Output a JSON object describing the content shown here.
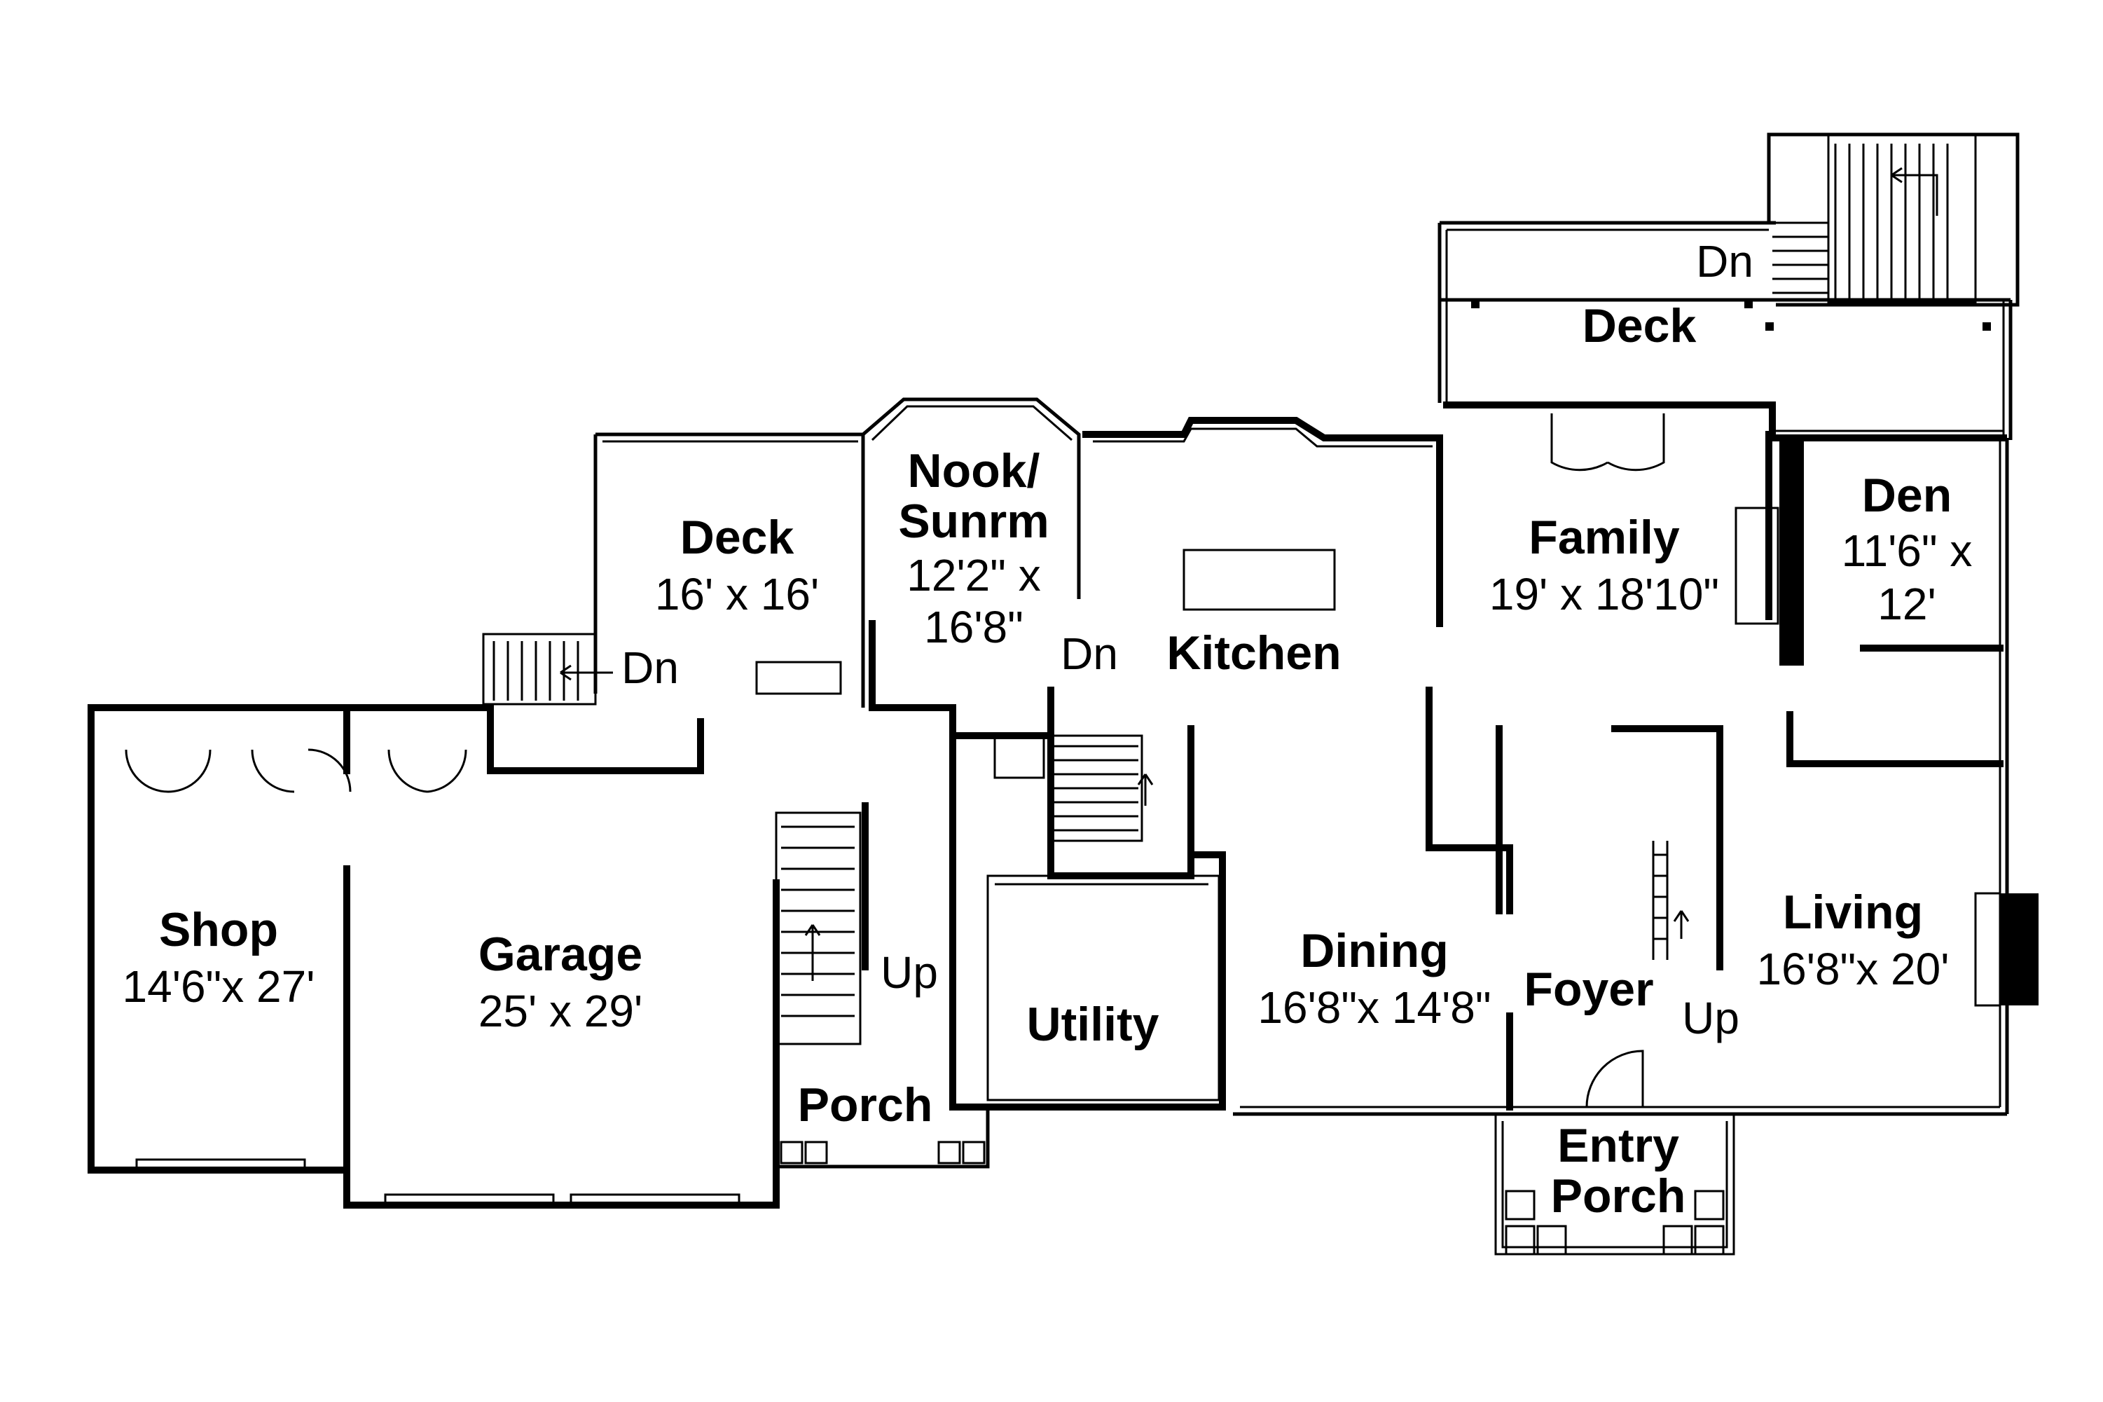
{
  "rooms": {
    "deck_top": {
      "name": "Deck"
    },
    "dn_top": "Dn",
    "deck_left": {
      "name": "Deck",
      "dim": "16' x 16'"
    },
    "dn_left": "Dn",
    "nook": {
      "name_line1": "Nook/",
      "name_line2": "Sunrm",
      "dim_line1": "12'2\" x",
      "dim_line2": "16'8\""
    },
    "family": {
      "name": "Family",
      "dim": "19' x 18'10\""
    },
    "den": {
      "name": "Den",
      "dim_line1": "11'6\" x",
      "dim_line2": "12'"
    },
    "kitchen": {
      "name": "Kitchen"
    },
    "dn_kitchen": "Dn",
    "shop": {
      "name": "Shop",
      "dim": "14'6\"x 27'"
    },
    "garage": {
      "name": "Garage",
      "dim": "25' x 29'"
    },
    "up_stair_left": "Up",
    "utility": {
      "name": "Utility"
    },
    "porch": {
      "name": "Porch"
    },
    "dining": {
      "name": "Dining",
      "dim": "16'8\"x 14'8\""
    },
    "foyer": {
      "name": "Foyer"
    },
    "up_foyer": "Up",
    "living": {
      "name": "Living",
      "dim": "16'8\"x 20'"
    },
    "entry_porch": {
      "name_line1": "Entry",
      "name_line2": "Porch"
    }
  }
}
